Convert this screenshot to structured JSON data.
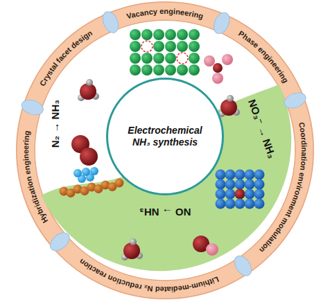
{
  "diagram": {
    "nodes": [
      {
        "text": [
          "Electrochemical NH₃ synthesis"
        ]
      }
    ],
    "labels": [
      "Vacancy engineering",
      "Phase engineering",
      "Coordination environment modulation",
      "Lithium-mediated N₂ reduction reaction",
      "Hybridization engineering",
      "Crystal facet design",
      "N₂ → NH₃",
      "NO₃⁻ → NH₃",
      "NO → NH₃"
    ]
  }
}
